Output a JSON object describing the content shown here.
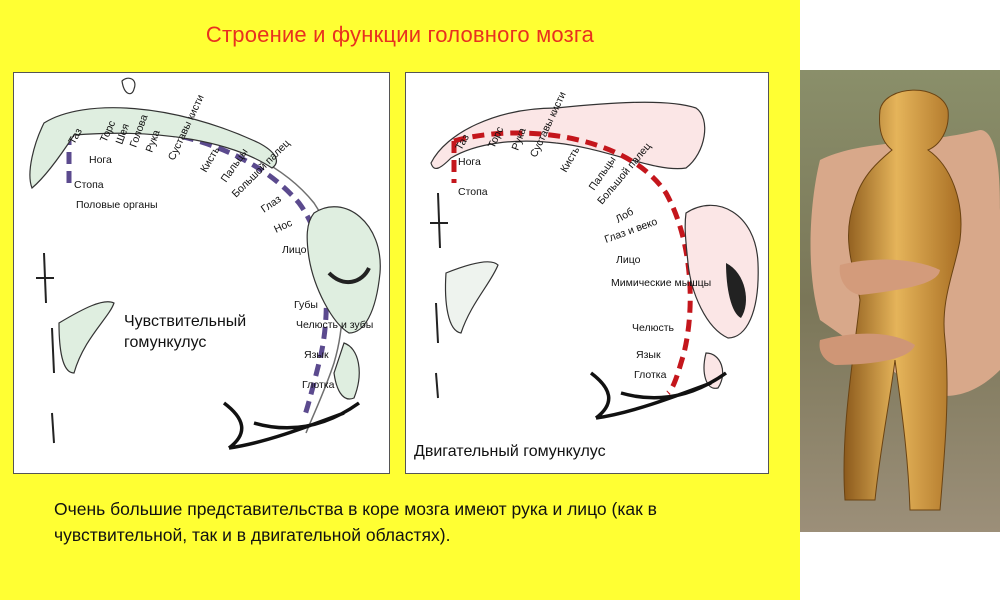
{
  "title": "Строение и функции головного мозга",
  "sensory": {
    "label": "Чувствительный гомункулус",
    "regions": [
      "Таз",
      "Торс",
      "Нога",
      "Шея",
      "Голова",
      "Рука",
      "Суставы кисти",
      "Кисть",
      "Стопа",
      "Половые органы",
      "Пальцы",
      "Большой палец",
      "Глаз",
      "Нос",
      "Лицо",
      "Губы",
      "Челюсть и зубы",
      "Язык",
      "Глотка"
    ]
  },
  "motor": {
    "label": "Двигательный гомункулус",
    "regions": [
      "Таз",
      "Нога",
      "Торс",
      "Рука",
      "Суставы кисти",
      "Кисть",
      "Стопа",
      "Пальцы",
      "Большой палец",
      "Лоб",
      "Глаз и веко",
      "Лицо",
      "Мимические мышцы",
      "Челюсть",
      "Язык",
      "Глотка"
    ]
  },
  "caption": "Очень большие представительства в коре мозга имеют рука и лицо (как в чувствительной, так и в двигательной областях).",
  "colors": {
    "background": "#ffff33",
    "title": "#e8311f",
    "sensory_dash": "#5b4a8e",
    "motor_dash": "#c4161c"
  }
}
